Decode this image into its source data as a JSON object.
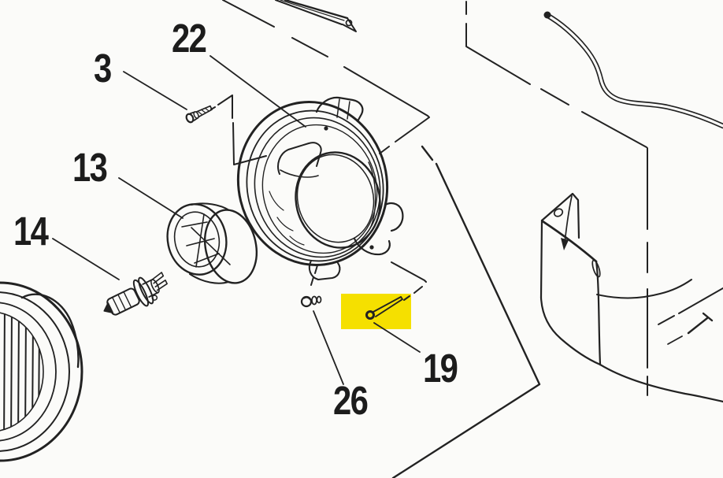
{
  "diagram": {
    "background_color": "#fbfbf9",
    "line_color": "#222222",
    "highlight_color": "#f5e000",
    "highlighted_callout": "19",
    "callouts": [
      {
        "label": "3"
      },
      {
        "label": "22"
      },
      {
        "label": "13"
      },
      {
        "label": "14"
      },
      {
        "label": "26"
      },
      {
        "label": "19"
      }
    ]
  }
}
